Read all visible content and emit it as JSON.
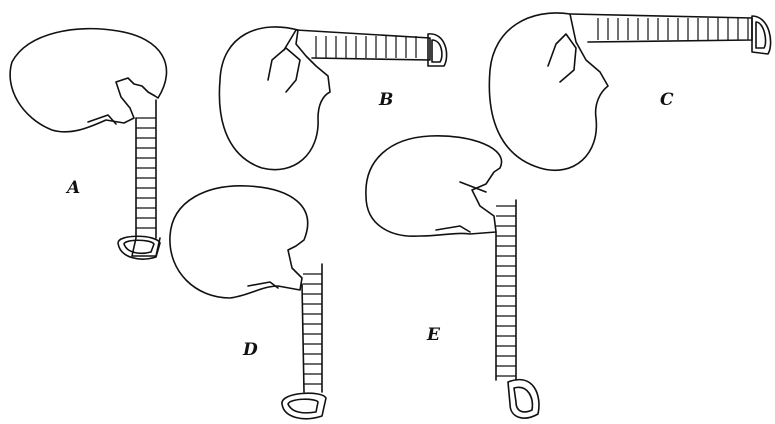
{
  "figure": {
    "specimens": [
      {
        "id": "a",
        "label": "A"
      },
      {
        "id": "b",
        "label": "B"
      },
      {
        "id": "c",
        "label": "C"
      },
      {
        "id": "d",
        "label": "D"
      },
      {
        "id": "e",
        "label": "E"
      }
    ]
  },
  "colors": {
    "ink": "#111111",
    "paper": "#ffffff"
  }
}
